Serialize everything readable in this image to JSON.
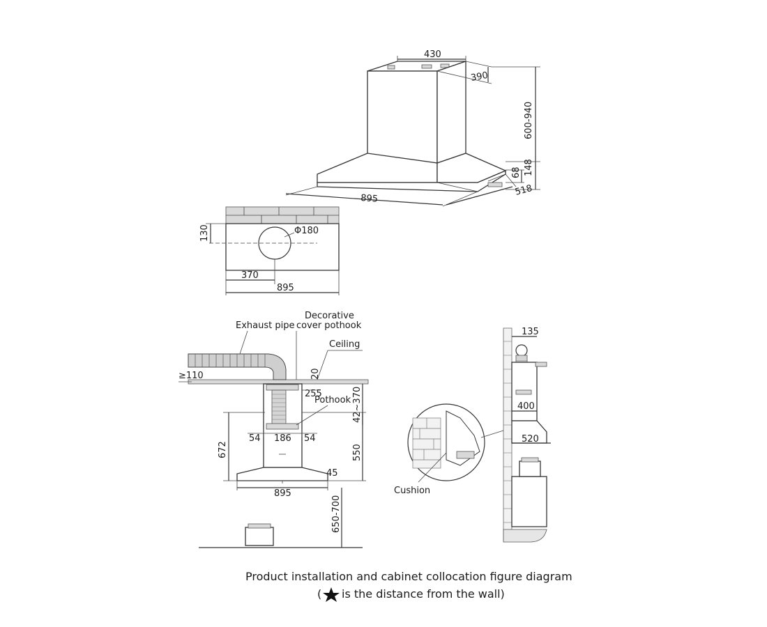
{
  "hood_3d": {
    "dim_width_top": "430",
    "dim_depth_top": "390",
    "dim_height_chimney": "600-940",
    "dim_height_body": "148",
    "dim_height_edge": "68",
    "dim_width_bottom": "895",
    "dim_depth_bottom": "518"
  },
  "wall_view": {
    "dim_hole_height": "130",
    "dim_hole_diameter": "Φ180",
    "dim_hole_offset": "370",
    "dim_total_width": "895"
  },
  "install_view": {
    "label_exhaust_pipe": "Exhaust pipe",
    "label_decorative": "Decorative",
    "label_cover_pothook": "cover pothook",
    "label_ceiling": "Ceiling",
    "label_pothook": "Pothook",
    "dim_min_clearance": "≥110",
    "dim_ceiling_gap": "20",
    "dim_pothook_offset": "255",
    "dim_range": "42~370",
    "dim_left_54": "54",
    "dim_center_186": "186",
    "dim_right_54": "54",
    "dim_672": "672",
    "dim_550": "550",
    "dim_45": "45",
    "dim_width": "895",
    "dim_height_above_stove": "650-700"
  },
  "side_view": {
    "dim_135": "135",
    "dim_400": "400",
    "dim_520": "520",
    "label_cushion": "Cushion"
  },
  "caption": {
    "line1": "Product installation and cabinet collocation figure diagram",
    "line2_open": "(",
    "line2_text": "is the distance from the wall)"
  }
}
